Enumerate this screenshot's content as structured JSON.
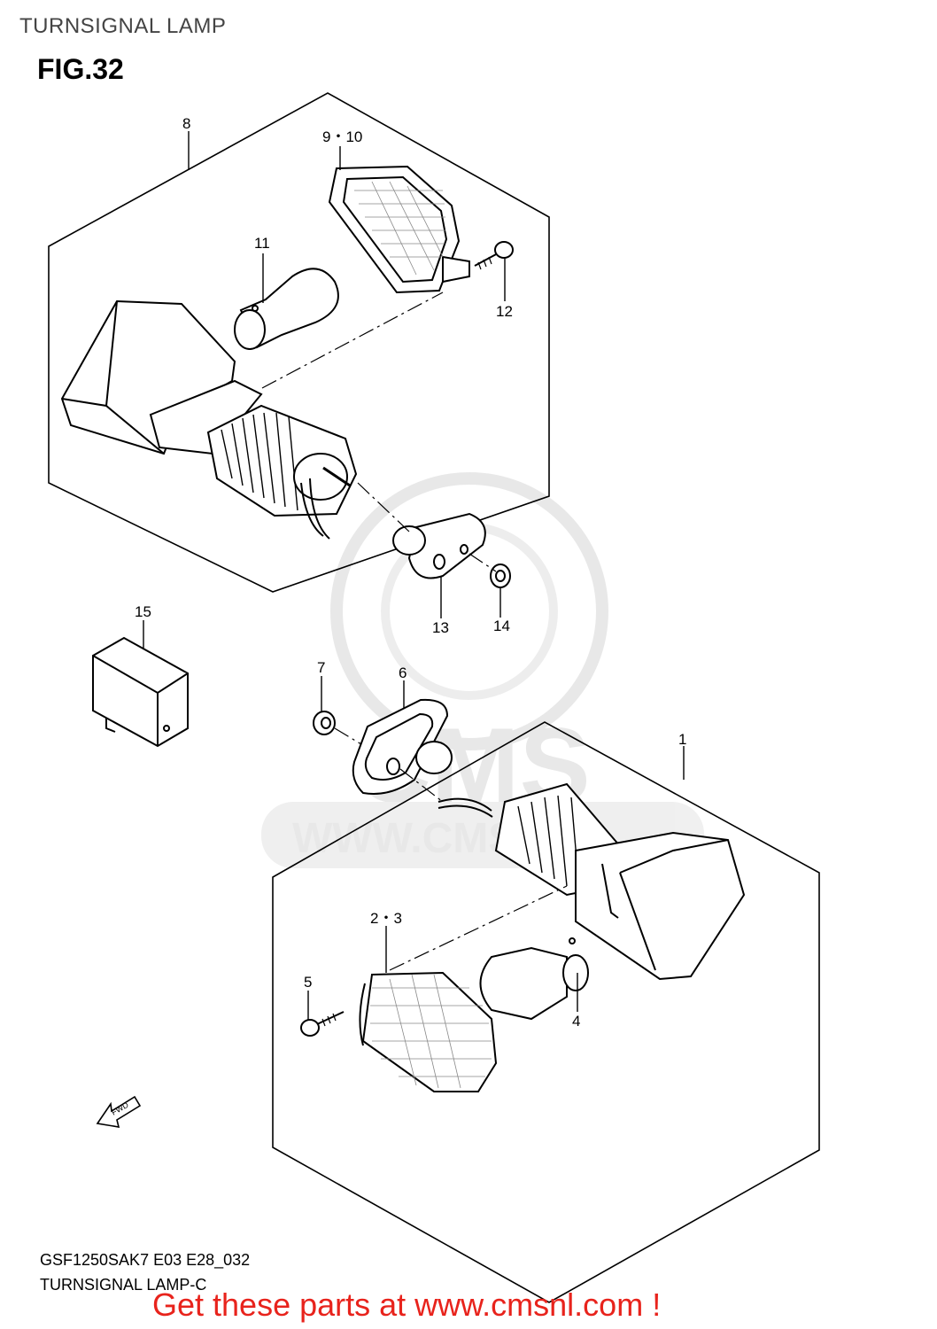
{
  "header": {
    "title": "TURNSIGNAL LAMP"
  },
  "figure": {
    "label": "FIG.32"
  },
  "watermark": {
    "brand": "CMS",
    "site": "WWW.CMS"
  },
  "diagram": {
    "callouts": {
      "p1": "1",
      "p23": "2・3",
      "p4": "4",
      "p5": "5",
      "p6": "6",
      "p7": "7",
      "p8": "8",
      "p910": "9・10",
      "p11": "11",
      "p12": "12",
      "p13": "13",
      "p14": "14",
      "p15": "15"
    },
    "fwd_label": "FWD"
  },
  "footer": {
    "model_code": "GSF1250SAK7 E03 E28_032",
    "caption": "TURNSIGNAL LAMP-C",
    "cta": "Get these parts at www.cmsnl.com !",
    "cta_color": "#e8231c"
  }
}
